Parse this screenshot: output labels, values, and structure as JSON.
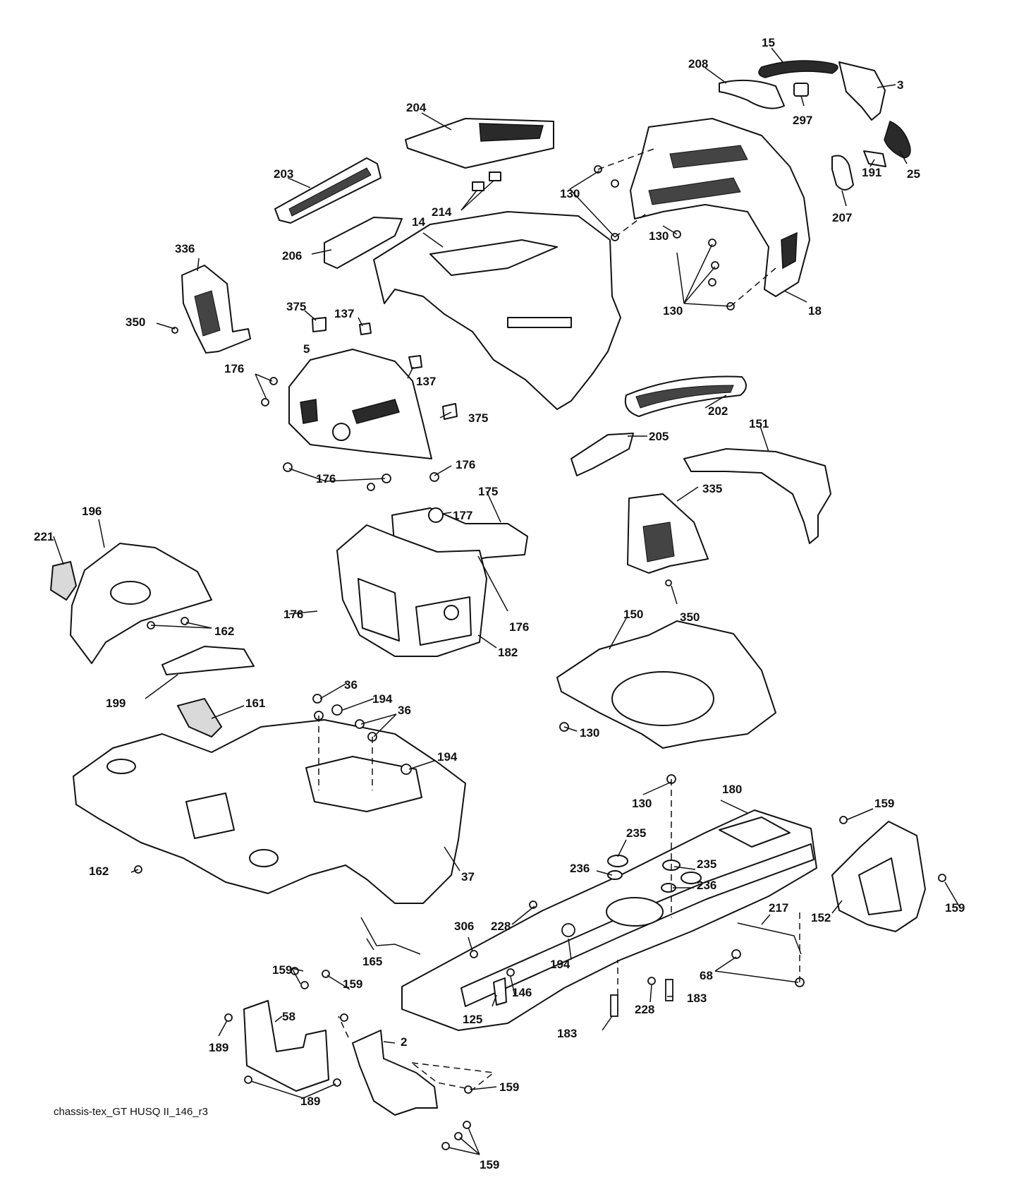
{
  "caption": "chassis-tex_GT HUSQ II_146_r3",
  "labels": {
    "l15": "15",
    "l208": "208",
    "l3": "3",
    "l297": "297",
    "l25": "25",
    "l191": "191",
    "l207": "207",
    "l204": "204",
    "l203": "203",
    "l214": "214",
    "l14": "14",
    "l206": "206",
    "l336": "336",
    "l350a": "350",
    "l375a": "375",
    "l137a": "137",
    "l5": "5",
    "l137b": "137",
    "l176a": "176",
    "l375b": "375",
    "l176b": "176",
    "l176c": "176",
    "l130a": "130",
    "l130b": "130",
    "l130c": "130",
    "l18": "18",
    "l202": "202",
    "l205": "205",
    "l151": "151",
    "l335": "335",
    "l350b": "350",
    "l175": "175",
    "l177": "177",
    "l196": "196",
    "l221": "221",
    "l162a": "162",
    "l176d": "176",
    "l176e": "176",
    "l182": "182",
    "l150": "150",
    "l199": "199",
    "l36a": "36",
    "l194a": "194",
    "l36b": "36",
    "l161": "161",
    "l194b": "194",
    "l130d": "130",
    "l130e": "130",
    "l180": "180",
    "l159a": "159",
    "l235a": "235",
    "l236a": "236",
    "l235b": "235",
    "l236b": "236",
    "l162b": "162",
    "l37": "37",
    "l159b": "159",
    "l152": "152",
    "l217": "217",
    "l228a": "228",
    "l306": "306",
    "l165": "165",
    "l194c": "194",
    "l68": "68",
    "l159c": "159",
    "l159d": "159",
    "l146": "146",
    "l125": "125",
    "l228b": "228",
    "l183a": "183",
    "l183b": "183",
    "l58": "58",
    "l189a": "189",
    "l2": "2",
    "l189b": "189",
    "l159e": "159",
    "l159f": "159"
  },
  "icons": [
    "exploded-parts-diagram"
  ]
}
